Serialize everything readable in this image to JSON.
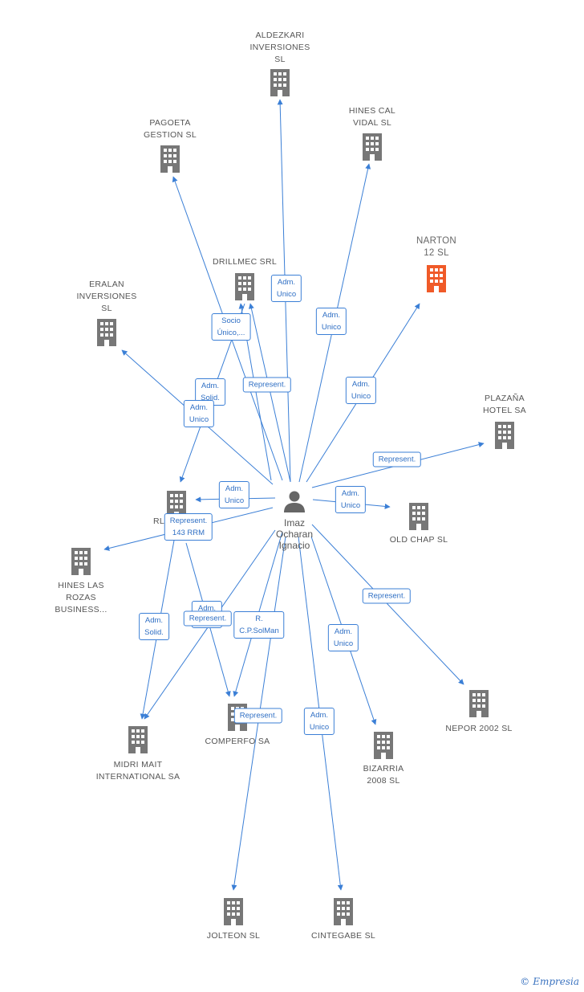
{
  "person": {
    "label": "Imaz\nOcharan\nIgnacio"
  },
  "companies": [
    {
      "id": "aldezkari",
      "label": "ALDEZKARI\nINVERSIONES\nSL",
      "active": false
    },
    {
      "id": "hinescal",
      "label": "HINES CAL\nVIDAL  SL",
      "active": false
    },
    {
      "id": "pagoeta",
      "label": "PAGOETA\nGESTION SL",
      "active": false
    },
    {
      "id": "narton",
      "label": "NARTON\n12 SL",
      "active": true
    },
    {
      "id": "drillmec",
      "label": "DRILLMEC SRL",
      "active": false
    },
    {
      "id": "eralan",
      "label": "ERALAN\nINVERSIONES\nSL",
      "active": false
    },
    {
      "id": "plazana",
      "label": "PLAZAÑA\nHOTEL SA",
      "active": false
    },
    {
      "id": "rl",
      "label": "RL",
      "active": false
    },
    {
      "id": "oldchap",
      "label": "OLD CHAP  SL",
      "active": false
    },
    {
      "id": "hineslas",
      "label": "HINES LAS\nROZAS\nBUSINESS...",
      "active": false
    },
    {
      "id": "comperfo",
      "label": "COMPERFO SA",
      "active": false
    },
    {
      "id": "midri",
      "label": "MIDRI MAIT\nINTERNATIONAL SA",
      "active": false
    },
    {
      "id": "nepor",
      "label": "NEPOR 2002 SL",
      "active": false
    },
    {
      "id": "bizarria",
      "label": "BIZARRIA\n2008 SL",
      "active": false
    },
    {
      "id": "jolteon",
      "label": "JOLTEON SL",
      "active": false
    },
    {
      "id": "cintegabe",
      "label": "CINTEGABE  SL",
      "active": false
    }
  ],
  "edge_labels": [
    {
      "id": "e1",
      "text": "Adm.\nUnico"
    },
    {
      "id": "e2",
      "text": "Adm.\nUnico"
    },
    {
      "id": "e3",
      "text": "Socio\nÚnico,..."
    },
    {
      "id": "e4",
      "text": "Adm.\nSolid."
    },
    {
      "id": "e5",
      "text": "Adm.\nUnico"
    },
    {
      "id": "e6",
      "text": "Represent."
    },
    {
      "id": "e7",
      "text": "Adm.\nUnico"
    },
    {
      "id": "e8",
      "text": "Represent."
    },
    {
      "id": "e9",
      "text": "Adm.\nUnico"
    },
    {
      "id": "e10",
      "text": "Adm.\nUnico"
    },
    {
      "id": "e11",
      "text": "Represent.\n143 RRM"
    },
    {
      "id": "e12",
      "text": "Represent."
    },
    {
      "id": "e13",
      "text": "Adm.\nSolid."
    },
    {
      "id": "e14",
      "text": "Adm.\nUnico"
    },
    {
      "id": "e15",
      "text": "Represent."
    },
    {
      "id": "e16",
      "text": "R.\nC.P.SolMan"
    },
    {
      "id": "e17",
      "text": "Adm.\nUnico"
    },
    {
      "id": "e18",
      "text": "Represent."
    },
    {
      "id": "e19",
      "text": "Adm.\nUnico"
    }
  ],
  "colors": {
    "edge": "#3b7fd6",
    "building": "#777777",
    "building_active": "#f05a28"
  },
  "footer": {
    "copyright": "©",
    "brand": "Empresia"
  }
}
